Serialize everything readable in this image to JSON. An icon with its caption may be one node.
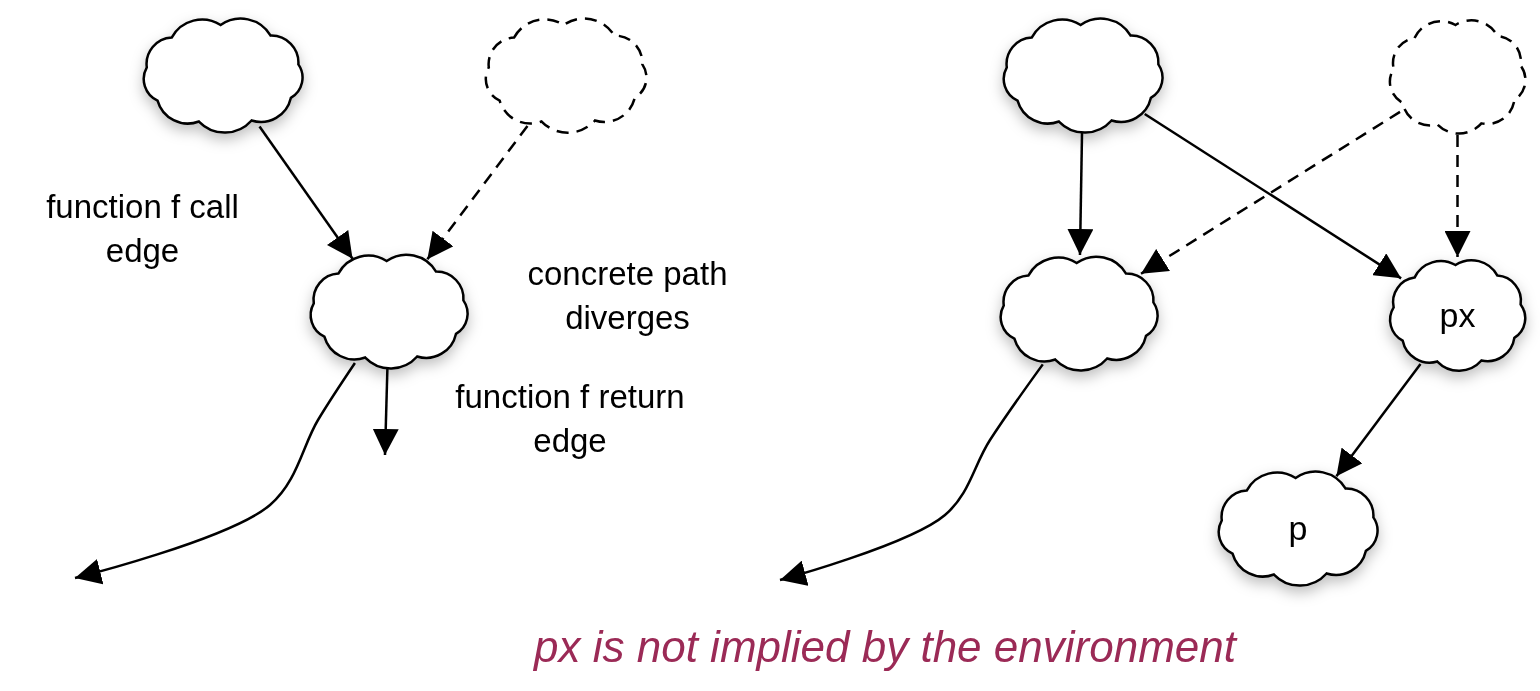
{
  "diagram": {
    "caption": "px is not implied by the environment",
    "nodes": [
      {
        "text": [],
        "shape": "cloud"
      },
      {
        "text": [],
        "shape": "cloud"
      },
      {
        "text": [],
        "shape": "cloud"
      },
      {
        "text": [],
        "shape": "cloud"
      },
      {
        "text": [],
        "shape": "cloud"
      },
      {
        "text": [],
        "shape": "cloud"
      },
      {
        "text": [
          "px"
        ]
      },
      {
        "text": [
          "p"
        ]
      }
    ],
    "edges": [
      {
        "from": 0,
        "to": 2,
        "arrow": "to",
        "label": "function f call edge"
      },
      {
        "from": 1,
        "to": 2,
        "arrow": "to",
        "style": "dashed"
      },
      {
        "from": 2,
        "to": null,
        "arrow": "to"
      },
      {
        "from": 2,
        "to": null,
        "arrow": "to",
        "label": "function f return edge"
      },
      {
        "from": 3,
        "to": 5,
        "arrow": "to"
      },
      {
        "from": 3,
        "to": 6,
        "arrow": "to"
      },
      {
        "from": 4,
        "to": 5,
        "arrow": "to",
        "style": "dashed"
      },
      {
        "from": 4,
        "to": 6,
        "arrow": "to",
        "style": "dashed"
      },
      {
        "from": 5,
        "to": null,
        "arrow": "to"
      },
      {
        "from": 6,
        "to": 7,
        "arrow": "to"
      }
    ],
    "labels": [
      "concrete path diverges"
    ]
  }
}
